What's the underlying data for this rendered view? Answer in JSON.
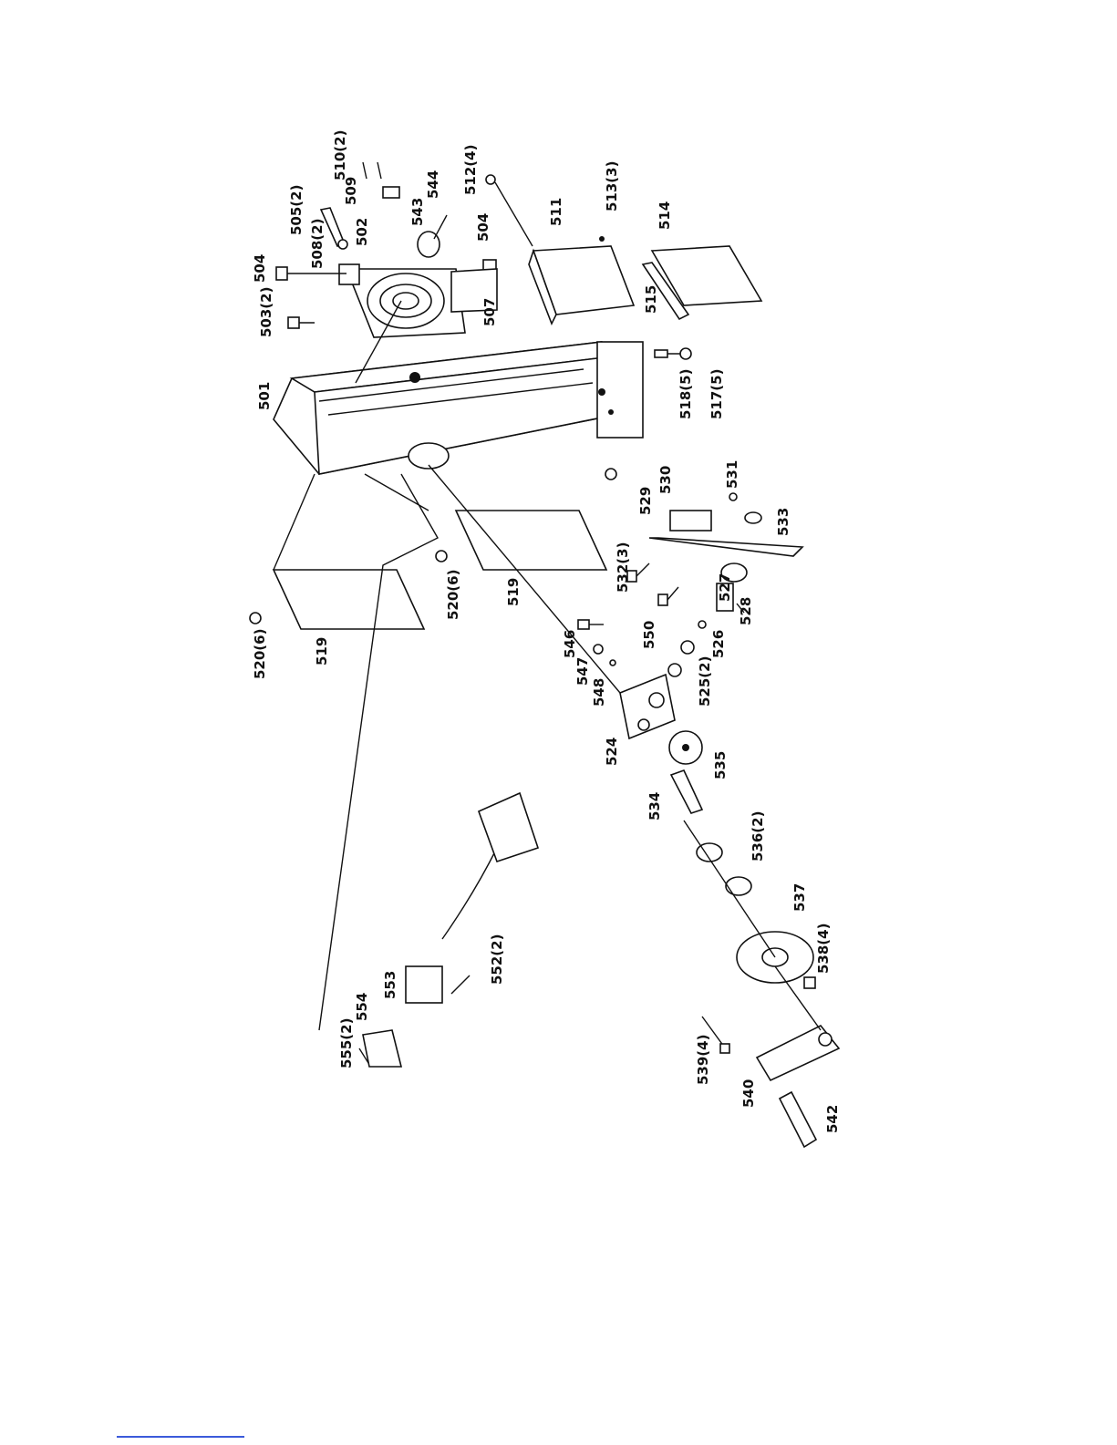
{
  "diagram": {
    "labels": {
      "p501": "501",
      "p502": "502",
      "p503": "503(2)",
      "p504a": "504",
      "p504b": "504",
      "p505": "505(2)",
      "p507": "507",
      "p508": "508(2)",
      "p509": "509",
      "p510": "510(2)",
      "p511": "511",
      "p512": "512(4)",
      "p513": "513(3)",
      "p514": "514",
      "p515": "515",
      "p517": "517(5)",
      "p518": "518(5)",
      "p519a": "519",
      "p519b": "519",
      "p520a": "520(6)",
      "p520b": "520(6)",
      "p524": "524",
      "p525": "525(2)",
      "p526": "526",
      "p527": "527",
      "p528": "528",
      "p529": "529",
      "p530": "530",
      "p531": "531",
      "p532": "532(3)",
      "p533": "533",
      "p534": "534",
      "p535": "535",
      "p536": "536(2)",
      "p537": "537",
      "p538": "538(4)",
      "p539": "539(4)",
      "p540": "540",
      "p542": "542",
      "p543": "543",
      "p544": "544",
      "p546": "546",
      "p547": "547",
      "p548": "548",
      "p550": "550",
      "p552": "552(2)",
      "p553": "553",
      "p554": "554",
      "p555": "555(2)"
    }
  }
}
